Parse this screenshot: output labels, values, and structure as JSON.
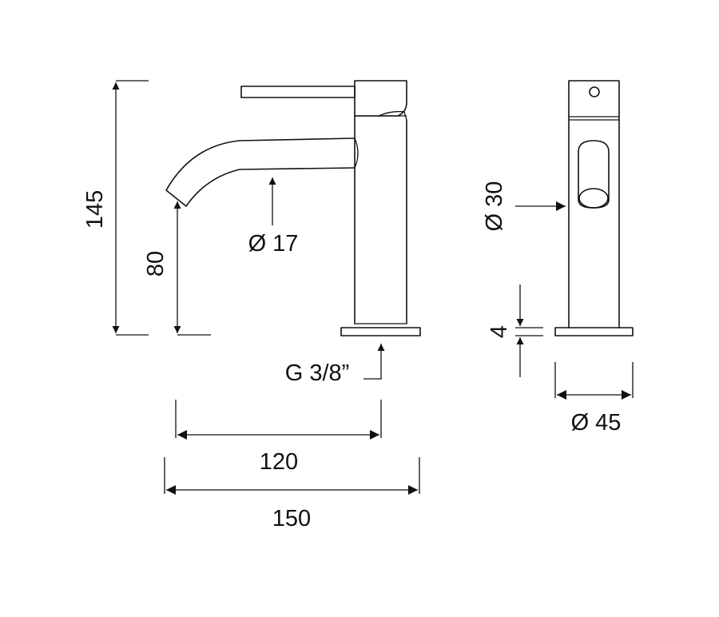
{
  "drawing": {
    "ink_color": "#111111",
    "background": "#ffffff",
    "dimensions": {
      "height_total": "145",
      "spout_height": "80",
      "spout_diameter": "Ø 17",
      "thread": "G 3/8”",
      "spout_reach": "120",
      "overall_length": "150",
      "body_diameter": "Ø 30",
      "base_thickness": "4",
      "base_diameter": "Ø 45"
    }
  }
}
